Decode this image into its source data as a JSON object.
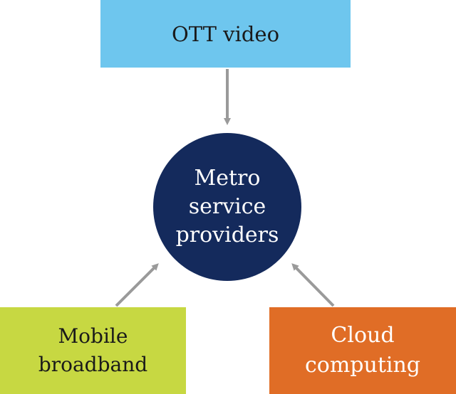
{
  "center": {
    "label": "Metro\nservice\nproviders"
  },
  "inputs": [
    {
      "label": "OTT video"
    },
    {
      "label": "Mobile\nbroadband"
    },
    {
      "label": "Cloud\ncomputing"
    }
  ],
  "colors": {
    "ott_video": "#6ec6ee",
    "mobile_broadband": "#c7d842",
    "cloud_computing": "#e06d26",
    "center": "#142a5c",
    "arrow": "#9a9a9a"
  }
}
